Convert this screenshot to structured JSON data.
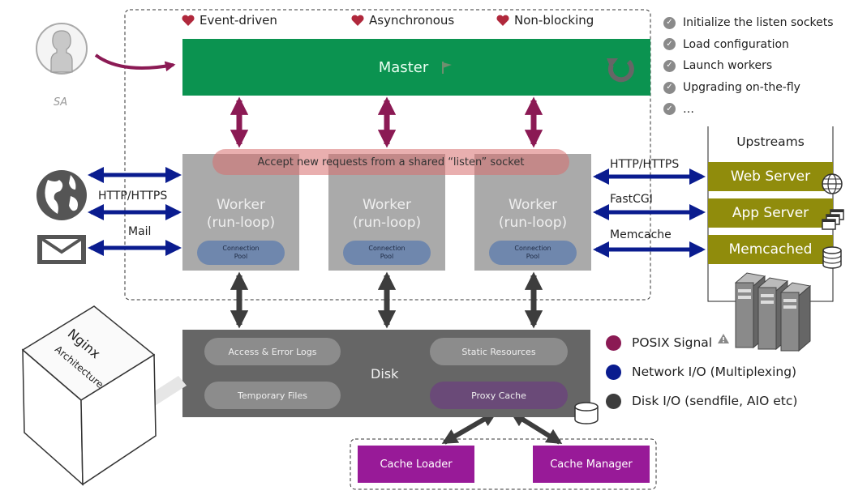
{
  "properties": [
    "Event-driven",
    "Asynchronous",
    "Non-blocking"
  ],
  "checklist": [
    "Initialize the listen sockets",
    "Load configuration",
    "Launch workers",
    "Upgrading on-the-fly",
    "…"
  ],
  "master": {
    "label": "Master"
  },
  "sa_label": "SA",
  "accept_label": "Accept new requests from a shared “listen” socket",
  "workers": [
    {
      "title": "Worker\n(run-loop)",
      "pool": "Connection\nPool"
    },
    {
      "title": "Worker\n(run-loop)",
      "pool": "Connection\nPool"
    },
    {
      "title": "Worker\n(run-loop)",
      "pool": "Connection\nPool"
    }
  ],
  "client_protocols": [
    "HTTP/HTTPS",
    "Mail"
  ],
  "upstream_protocols": [
    "HTTP/HTTPS",
    "FastCGI",
    "Memcache"
  ],
  "upstreams": {
    "title": "Upstreams",
    "servers": [
      "Web Server",
      "App Server",
      "Memcached"
    ]
  },
  "disk": {
    "label": "Disk",
    "items": [
      "Access & Error Logs",
      "Static Resources",
      "Temporary Files",
      "Proxy Cache"
    ]
  },
  "cache_processes": [
    "Cache Loader",
    "Cache Manager"
  ],
  "cube": {
    "title": "Nginx",
    "subtitle": "Architecture"
  },
  "legend": [
    {
      "label": "POSIX Signal",
      "color": "#8b1a54"
    },
    {
      "label": "Network I/O (Multiplexing)",
      "color": "#0a1c8f"
    },
    {
      "label": "Disk I/O (sendfile, AIO etc)",
      "color": "#3d3d3d"
    }
  ],
  "colors": {
    "master": "#0b9350",
    "worker": "#aaaaaa",
    "disk": "#666666",
    "cache": "#981a98",
    "upstream": "#908c0c",
    "signal": "#8b1a54",
    "network": "#0a1c8f",
    "diskio": "#3d3d3d"
  }
}
